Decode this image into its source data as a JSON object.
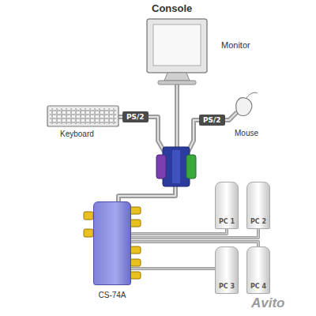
{
  "diagram": {
    "title": "Console",
    "nodes": [
      {
        "text": [
          "PS/2"
        ]
      },
      {
        "text": [
          "PS/2"
        ]
      },
      {
        "text": [
          "CS-74A"
        ]
      },
      {
        "text": [
          "PC 1"
        ]
      },
      {
        "text": [
          "PC 2"
        ]
      },
      {
        "text": [
          "PC 3"
        ]
      },
      {
        "text": [
          "PC 4"
        ]
      }
    ],
    "edges": [
      {
        "from": 2,
        "to": 3,
        "arrow": "none"
      },
      {
        "from": 2,
        "to": 4,
        "arrow": "none"
      },
      {
        "from": 2,
        "to": 5,
        "arrow": "none"
      },
      {
        "from": 2,
        "to": 6,
        "arrow": "none"
      }
    ],
    "labels": [
      "Monitor",
      "Keyboard",
      "Mouse",
      "Avito"
    ]
  }
}
